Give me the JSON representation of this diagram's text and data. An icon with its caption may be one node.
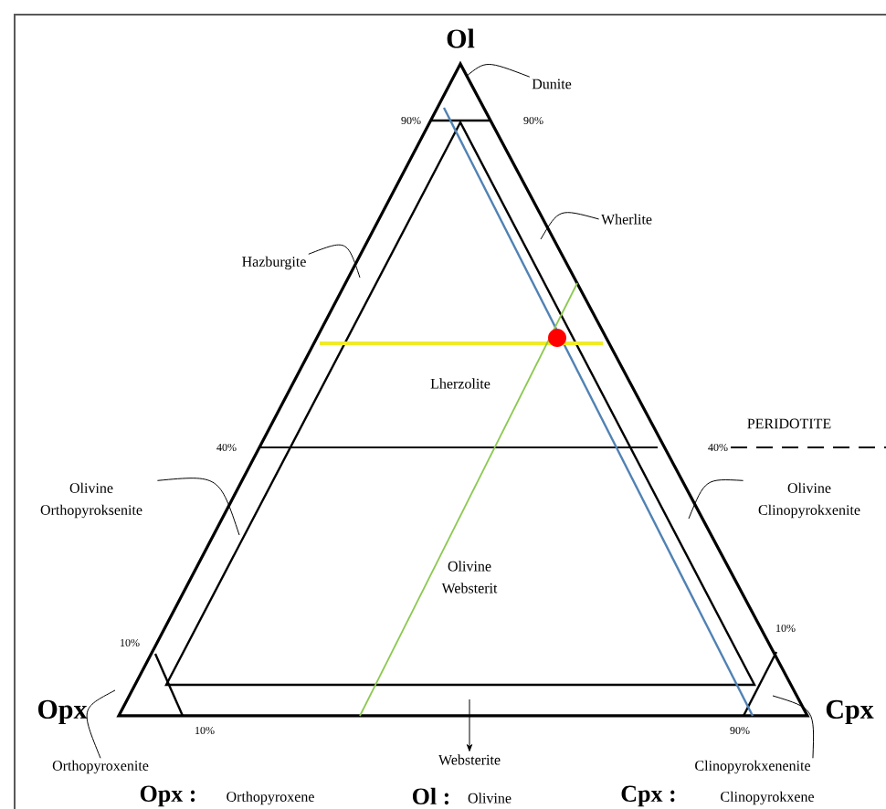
{
  "diagram": {
    "nodes": [
      {
        "text": [
          "Dunite"
        ]
      },
      {
        "text": [
          "Hazburgite"
        ]
      },
      {
        "text": [
          "Wherlite"
        ]
      },
      {
        "text": [
          "Olivine Orthopyroksenite"
        ]
      },
      {
        "text": [
          "Olivine Clinopyrokxenite"
        ]
      },
      {
        "text": [
          "Orthopyroxenite"
        ]
      },
      {
        "text": [
          "Websterite"
        ]
      },
      {
        "text": [
          "Clinopyrokxenenite"
        ]
      }
    ],
    "edges": [
      {
        "from": 0,
        "to": null,
        "arrow": "none"
      },
      {
        "from": 1,
        "to": null,
        "arrow": "none"
      },
      {
        "from": 2,
        "to": null,
        "arrow": "none"
      },
      {
        "from": 3,
        "to": null,
        "arrow": "none"
      },
      {
        "from": 4,
        "to": null,
        "arrow": "none"
      },
      {
        "from": 5,
        "to": null,
        "arrow": "none"
      },
      {
        "from": null,
        "to": 6,
        "arrow": "to"
      },
      {
        "from": 7,
        "to": null,
        "arrow": "none"
      }
    ],
    "labels": [
      "Ol",
      "90%",
      "90%",
      "Lherzolite",
      "PERIDOTITE",
      "40%",
      "40%",
      "Olivine Websterit",
      "10%",
      "10%",
      "Opx",
      "Cpx",
      "10%",
      "90%",
      "Opx :",
      "Orthopyroxene",
      "Ol :",
      "Olivine",
      "Cpx :",
      "Clinopyrokxene"
    ]
  }
}
